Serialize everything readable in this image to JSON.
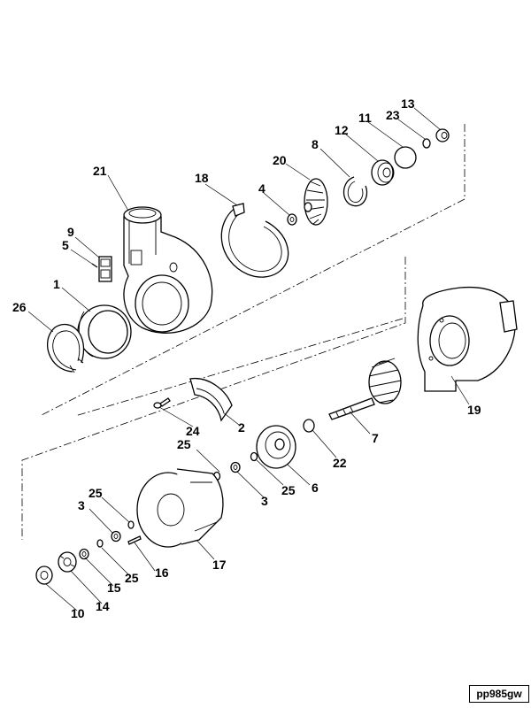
{
  "labels": {
    "p1": "1",
    "p2": "2",
    "p3a": "3",
    "p3b": "3",
    "p4": "4",
    "p5": "5",
    "p6": "6",
    "p7": "7",
    "p8": "8",
    "p9": "9",
    "p10": "10",
    "p11": "11",
    "p12": "12",
    "p13": "13",
    "p14": "14",
    "p15": "15",
    "p16": "16",
    "p17": "17",
    "p18": "18",
    "p19": "19",
    "p20": "20",
    "p21": "21",
    "p22": "22",
    "p23": "23",
    "p24": "24",
    "p25a": "25",
    "p25b": "25",
    "p25c": "25",
    "p25d": "25",
    "p26": "26"
  },
  "reference_code": "pp985gw"
}
